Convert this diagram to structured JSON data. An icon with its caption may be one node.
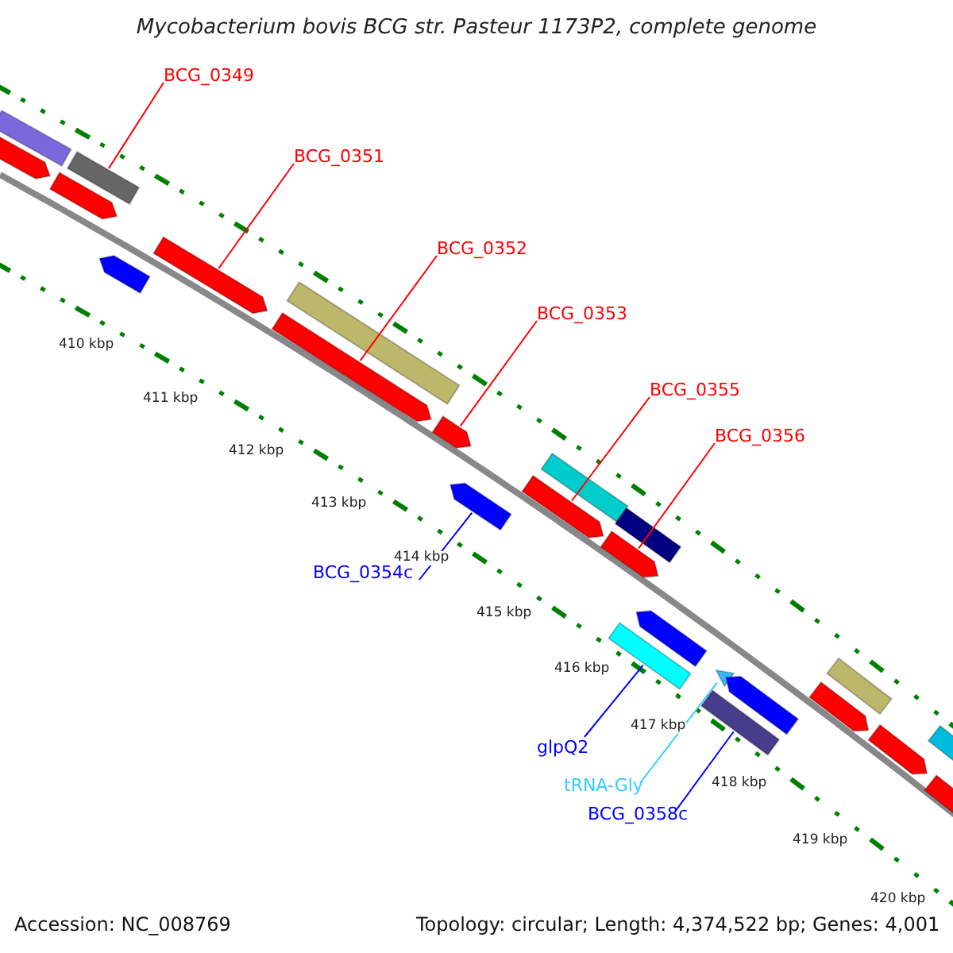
{
  "diagram": {
    "title": "Mycobacterium bovis BCG str. Pasteur 1173P2, complete genome",
    "nodes": [
      {
        "text": [
          "BCG_0349"
        ]
      },
      {
        "text": [
          "BCG_0351"
        ]
      },
      {
        "text": [
          "BCG_0352"
        ]
      },
      {
        "text": [
          "BCG_0353"
        ]
      },
      {
        "text": [
          "BCG_0355"
        ]
      },
      {
        "text": [
          "BCG_0356"
        ]
      },
      {
        "text": [
          "BCG_0354c"
        ]
      },
      {
        "text": [
          "glpQ2"
        ]
      },
      {
        "text": [
          "tRNA-Gly"
        ]
      },
      {
        "text": [
          "BCG_0358c"
        ]
      },
      {
        "text": [],
        "shape": "bar"
      },
      {
        "text": [],
        "shape": "bar"
      },
      {
        "text": [],
        "shape": "bar"
      },
      {
        "text": [],
        "shape": "bar"
      },
      {
        "text": [],
        "shape": "bar"
      },
      {
        "text": [],
        "shape": "bar"
      },
      {
        "text": [],
        "shape": "bar"
      },
      {
        "text": [],
        "shape": "bar"
      },
      {
        "text": [],
        "shape": "bar"
      },
      {
        "text": [],
        "shape": "bar"
      },
      {
        "text": [],
        "shape": "bar"
      },
      {
        "text": [],
        "shape": "bar"
      },
      {
        "text": [],
        "shape": "bar"
      },
      {
        "text": [],
        "shape": "bar"
      },
      {
        "text": [],
        "shape": "bar"
      },
      {
        "text": [],
        "shape": "bar"
      },
      {
        "text": [],
        "shape": "triangle"
      },
      {
        "text": [],
        "shape": "bar"
      },
      {
        "text": [],
        "shape": "bar"
      },
      {
        "text": [],
        "shape": "bar"
      },
      {
        "text": [],
        "shape": "bar"
      },
      {
        "text": [],
        "shape": "bar"
      },
      {
        "text": [],
        "shape": "bar"
      },
      {
        "text": [],
        "shape": "bar"
      }
    ],
    "edges": [
      {
        "from": 0,
        "to": 13,
        "arrow": "none"
      },
      {
        "from": 1,
        "to": 15,
        "arrow": "none"
      },
      {
        "from": 2,
        "to": 16,
        "arrow": "none"
      },
      {
        "from": 3,
        "to": 18,
        "arrow": "none"
      },
      {
        "from": 4,
        "to": 20,
        "arrow": "none"
      },
      {
        "from": 5,
        "to": 22,
        "arrow": "none"
      },
      {
        "from": 6,
        "to": 19,
        "arrow": "none",
        "color": "#0000ff"
      },
      {
        "from": 7,
        "to": 24,
        "arrow": "none",
        "color": "#0000ff"
      },
      {
        "from": 8,
        "to": 26,
        "arrow": "none",
        "color": "#33ccff"
      },
      {
        "from": 9,
        "to": 27,
        "arrow": "none",
        "color": "#0000ff"
      }
    ],
    "labels": [
      "410 kbp",
      "411 kbp",
      "412 kbp",
      "413 kbp",
      "414 kbp",
      "415 kbp",
      "416 kbp",
      "417 kbp",
      "418 kbp",
      "419 kbp",
      "420 kbp",
      "Accession: NC_008769",
      "Topology: circular; Length: 4,374,522 bp; Genes: 4,001"
    ]
  }
}
